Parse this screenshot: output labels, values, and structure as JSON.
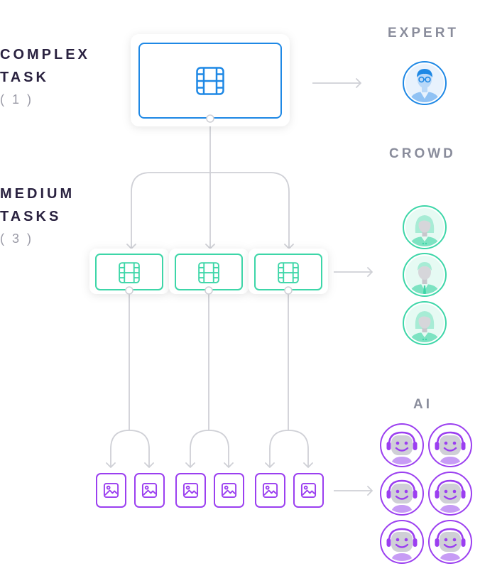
{
  "levels": {
    "complex": {
      "title_line1": "COMPLEX",
      "title_line2": "TASK",
      "count": "( 1 )"
    },
    "medium": {
      "title_line1": "MEDIUM",
      "title_line2": "TASKS",
      "count": "( 3 )"
    }
  },
  "performers": {
    "expert": "EXPERT",
    "crowd": "CROWD",
    "ai": "AI"
  },
  "colors": {
    "expert": "#1e88e5",
    "crowd": "#3dd6a8",
    "ai": "#9b3ff0",
    "connector": "#cfd0d6",
    "text_dark": "#2a2240",
    "text_muted": "#8a8d9c"
  },
  "icons": {
    "complex_task": "film-icon",
    "medium_task": "film-icon",
    "small_task": "image-icon",
    "expert": "expert-avatar-icon",
    "crowd": "person-avatar-icon",
    "ai": "robot-avatar-icon"
  }
}
